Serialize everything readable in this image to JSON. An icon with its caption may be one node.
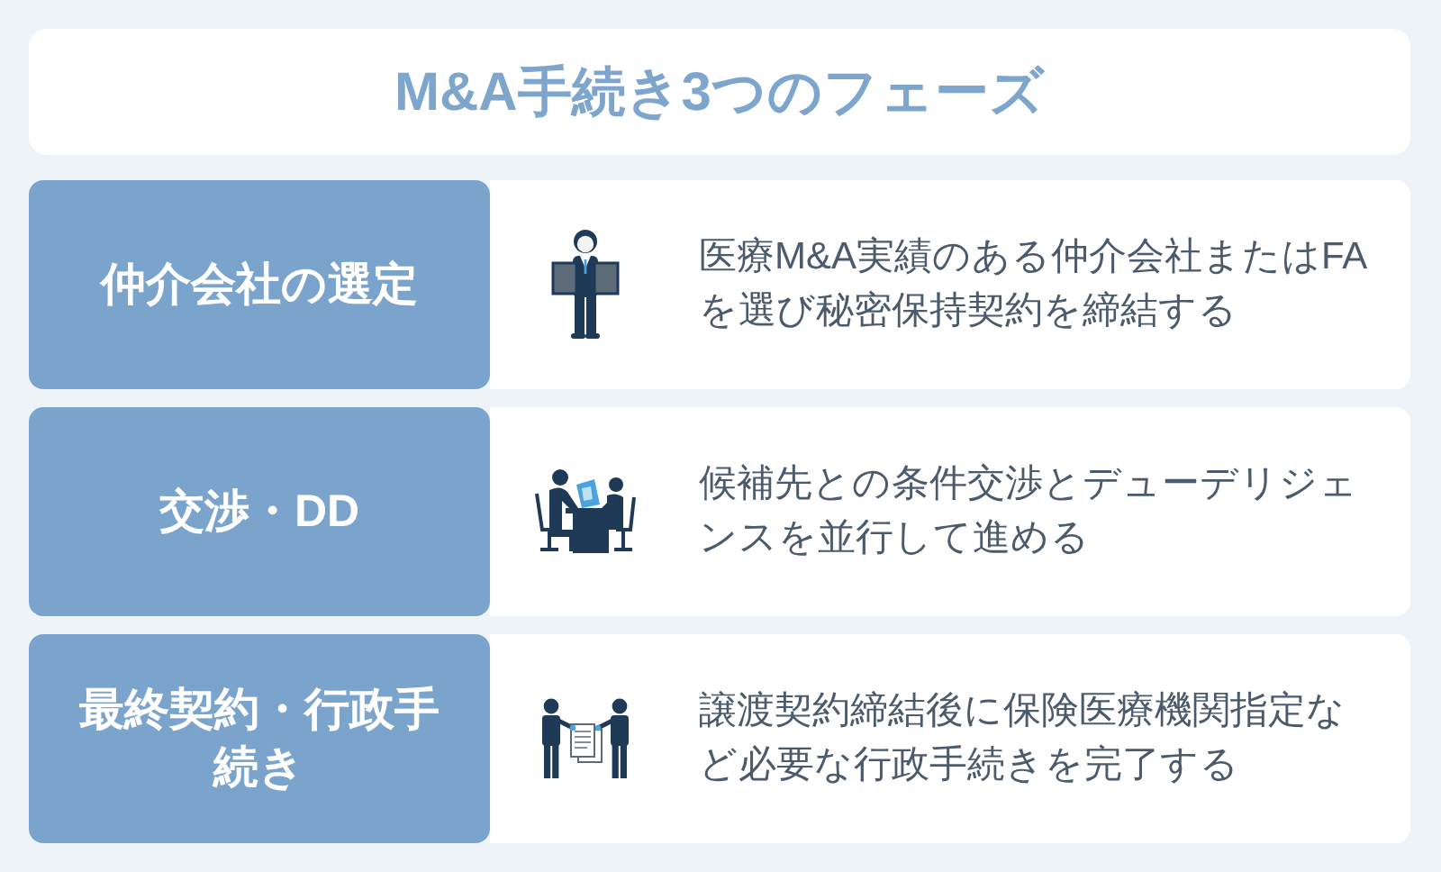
{
  "diagram": {
    "title": "M&A手続き3つのフェーズ",
    "nodes": [
      {
        "text": [
          "仲介会社の選定"
        ]
      },
      {
        "text": [
          "医療M&A実績のある仲介会社またはFAを選び秘密保持契約を締結する"
        ]
      },
      {
        "text": [
          "交渉・DD"
        ]
      },
      {
        "text": [
          "候補先との条件交渉とデューデリジェンスを並行して進める"
        ]
      },
      {
        "text": [
          "最終契約・行政手続き"
        ]
      },
      {
        "text": [
          "譲渡契約締結後に保険医療機関指定など必要な行政手続きを完了する"
        ]
      }
    ]
  }
}
